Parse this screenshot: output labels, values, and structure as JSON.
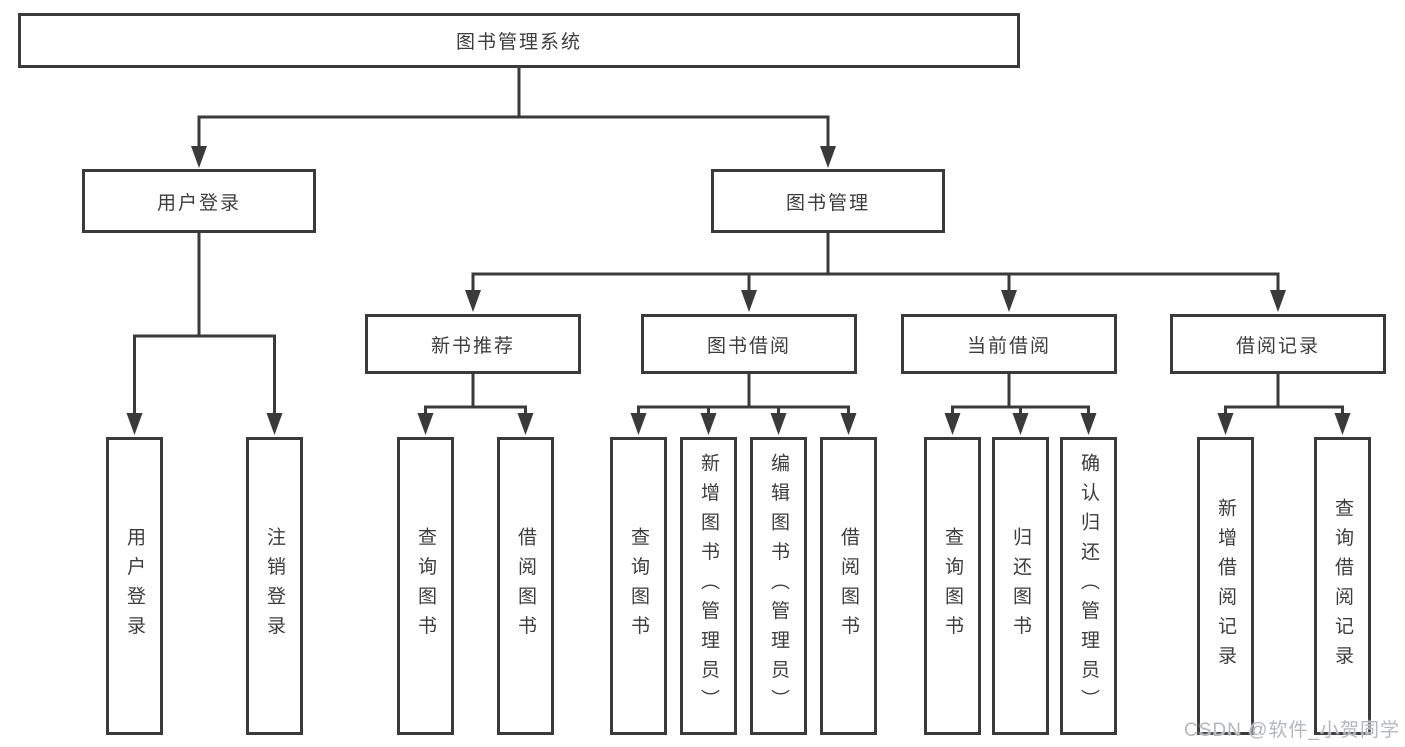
{
  "watermark": "CSDN @软件_小贺同学",
  "colors": {
    "line": "#3a3a3a",
    "box_border": "#3a3a3a",
    "text": "#3d3d3d",
    "background": "#ffffff",
    "watermark": "#b4b7bb"
  },
  "tree": {
    "root": {
      "label": "图书管理系统"
    },
    "branches": [
      {
        "label": "用户登录",
        "children": [
          {
            "label": "用户登录"
          },
          {
            "label": "注销登录"
          }
        ]
      },
      {
        "label": "图书管理",
        "groups": [
          {
            "label": "新书推荐",
            "children": [
              {
                "label": "查询图书"
              },
              {
                "label": "借阅图书"
              }
            ]
          },
          {
            "label": "图书借阅",
            "children": [
              {
                "label": "查询图书"
              },
              {
                "label": "新增图书（管理员）"
              },
              {
                "label": "编辑图书（管理员）"
              },
              {
                "label": "借阅图书"
              }
            ]
          },
          {
            "label": "当前借阅",
            "children": [
              {
                "label": "查询图书"
              },
              {
                "label": "归还图书"
              },
              {
                "label": "确认归还（管理员）"
              }
            ]
          },
          {
            "label": "借阅记录",
            "children": [
              {
                "label": "新增借阅记录"
              },
              {
                "label": "查询借阅记录"
              }
            ]
          }
        ]
      }
    ]
  }
}
